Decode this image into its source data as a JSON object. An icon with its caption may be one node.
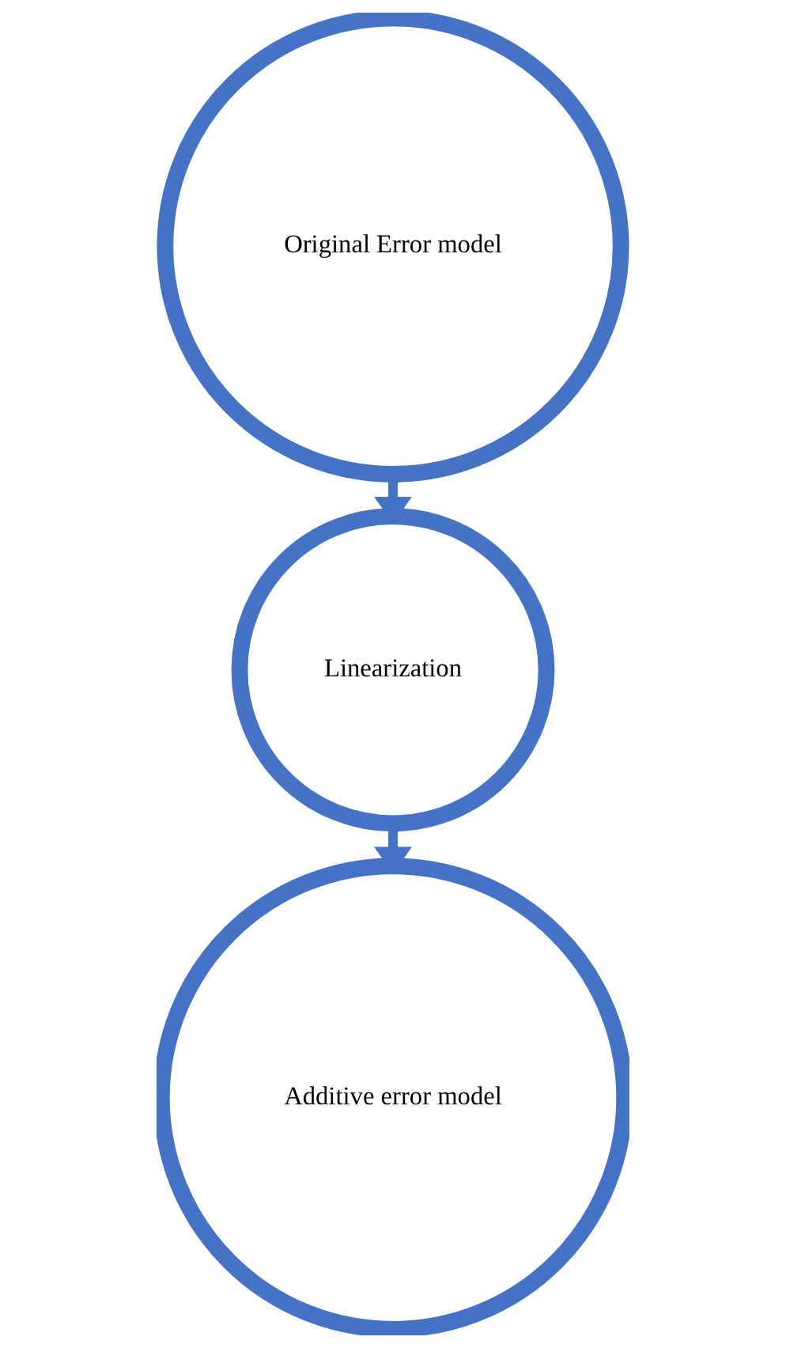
{
  "diagram": {
    "nodes": [
      {
        "text": [
          "Original Error model"
        ]
      },
      {
        "text": [
          "Linearization"
        ]
      },
      {
        "text": [
          "Additive error model"
        ]
      }
    ],
    "edges": [
      {
        "from": 0,
        "to": 1,
        "arrow": "to"
      },
      {
        "from": 1,
        "to": 2,
        "arrow": "to"
      }
    ]
  }
}
